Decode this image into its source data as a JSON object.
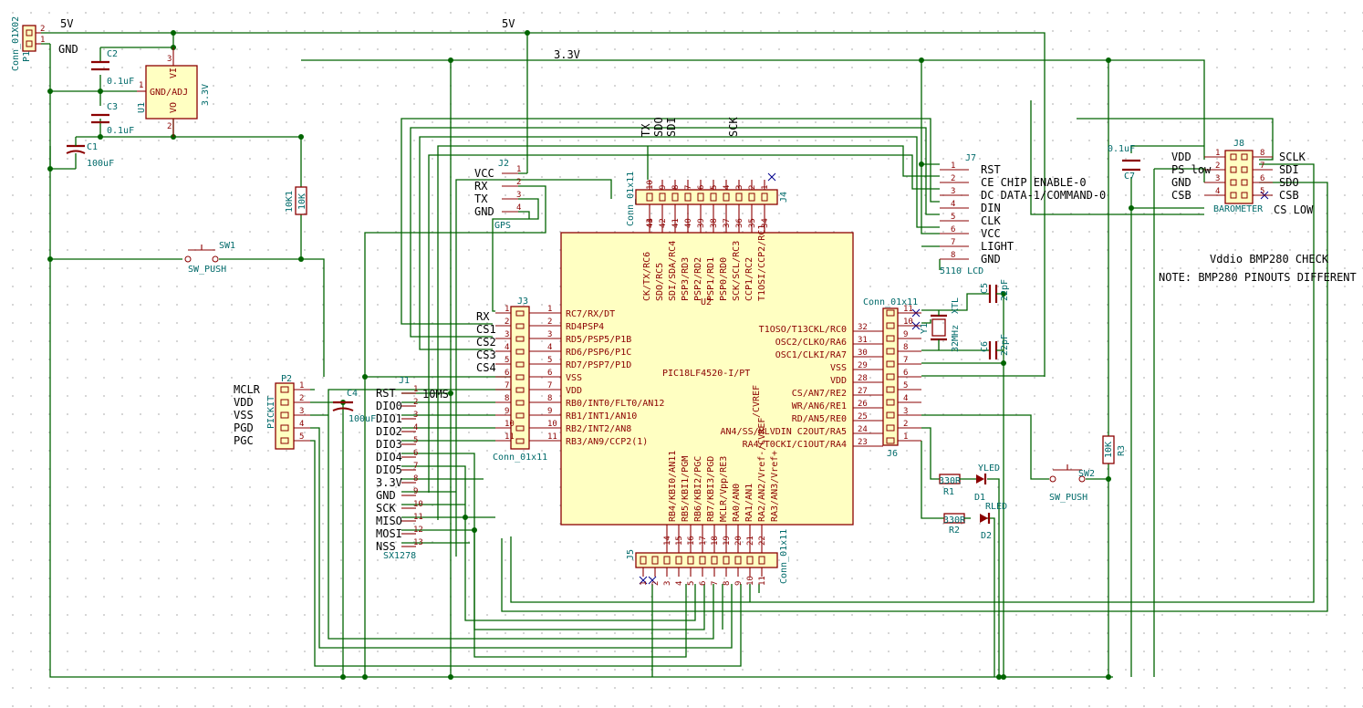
{
  "power": {
    "v5": "5V",
    "v33": "3.3V",
    "gnd": "GND"
  },
  "p1": {
    "ref": "P1",
    "value": "Conn_01X02",
    "pins": [
      "2",
      "1"
    ]
  },
  "caps": {
    "c1": {
      "ref": "C1",
      "value": "100uF"
    },
    "c2": {
      "ref": "C2",
      "value": "0.1uF"
    },
    "c3": {
      "ref": "C3",
      "value": "0.1uF"
    },
    "c4": {
      "ref": "C4",
      "value": "100uF"
    },
    "c5": {
      "ref": "C5",
      "value": "22pF"
    },
    "c6": {
      "ref": "C6",
      "value": "22pF"
    },
    "c7": {
      "ref": "C7",
      "value": "0.1uF"
    }
  },
  "u1": {
    "ref": "U1",
    "value": "3.3V",
    "pins": {
      "vi": "VI",
      "gnd": "GND/ADJ",
      "vo": "VO"
    },
    "numbers": [
      "3",
      "1",
      "2"
    ]
  },
  "r1k": {
    "ref": "10K1",
    "value": "10K"
  },
  "sw1": {
    "ref": "SW1",
    "value": "SW_PUSH"
  },
  "sw2": {
    "ref": "SW2",
    "value": "SW_PUSH"
  },
  "p2": {
    "ref": "P2",
    "value": "PICKIT",
    "labels": [
      "MCLR",
      "VDD",
      "VSS",
      "PGD",
      "PGC"
    ],
    "pins": [
      "1",
      "2",
      "3",
      "4",
      "5"
    ]
  },
  "j1": {
    "ref": "J1",
    "value": "SX1278",
    "labels": [
      "RST",
      "DIO0",
      "DIO1",
      "DIO2",
      "DIO3",
      "DIO4",
      "DIO5",
      "3.3V",
      "GND",
      "SCK",
      "MISO",
      "MOSI",
      "NSS"
    ],
    "pins": [
      "1",
      "2",
      "3",
      "4",
      "5",
      "6",
      "7",
      "8",
      "9",
      "10",
      "11",
      "12",
      "13"
    ],
    "rst_value": "10MS"
  },
  "j2": {
    "ref": "J2",
    "value": "GPS",
    "labels": [
      "VCC",
      "RX",
      "TX",
      "GND"
    ],
    "pins": [
      "1",
      "2",
      "3",
      "4"
    ]
  },
  "j3": {
    "ref": "J3",
    "value": "Conn_01x11",
    "labels": [
      "RX",
      "CS1",
      "CS2",
      "CS3",
      "CS4"
    ],
    "pins": [
      "1",
      "2",
      "3",
      "4",
      "5",
      "6",
      "7",
      "8",
      "9",
      "10",
      "11"
    ]
  },
  "j4": {
    "ref": "J4",
    "value": "Conn_01x11",
    "pins": [
      "10",
      "9",
      "8",
      "7",
      "6",
      "5",
      "4",
      "3",
      "2",
      "1"
    ],
    "u2pins": [
      "43",
      "42",
      "41",
      "40",
      "39",
      "38",
      "37",
      "36",
      "35",
      "34"
    ],
    "u2pin_first": "44",
    "labels": [
      "TX",
      "SDO",
      "SDI",
      "SCK"
    ]
  },
  "j5": {
    "ref": "J5",
    "value": "Conn_01x11",
    "pins": [
      "1",
      "2",
      "3",
      "4",
      "5",
      "6",
      "7",
      "8",
      "9",
      "10",
      "11"
    ],
    "u2pins": [
      "14",
      "15",
      "16",
      "17",
      "18",
      "19",
      "20",
      "21",
      "22"
    ]
  },
  "j6": {
    "ref": "J6",
    "value": "Conn_01x11",
    "pins": [
      "11",
      "10",
      "9",
      "8",
      "7",
      "6",
      "5",
      "4",
      "3",
      "2",
      "1"
    ],
    "u2pins": [
      "32",
      "31",
      "30",
      "29",
      "28",
      "27",
      "26",
      "25",
      "24",
      "23"
    ]
  },
  "j7": {
    "ref": "J7",
    "value": "5110 LCD",
    "labels": [
      "RST",
      "CE CHIP ENABLE-0",
      "DC DATA-1/COMMAND-0",
      "DIN",
      "CLK",
      "VCC",
      "LIGHT",
      "GND"
    ],
    "pins": [
      "1",
      "2",
      "3",
      "4",
      "5",
      "6",
      "7",
      "8"
    ]
  },
  "j8": {
    "ref": "J8",
    "value": "BAROMETER",
    "left_labels": [
      "VDD",
      "PS low",
      "GND",
      "CSB"
    ],
    "right_labels": [
      "SCLK",
      "SDI",
      "SDO",
      "CSB"
    ],
    "pins_left": [
      "1",
      "2",
      "3",
      "4"
    ],
    "pins_right": [
      "8",
      "7",
      "6",
      "5"
    ],
    "note_cs": "CS LOW"
  },
  "u2": {
    "ref": "U2",
    "value": "PIC18LF4520-I/PT",
    "left_pins": [
      "RC7/RX/DT",
      "RD4PSP4",
      "RD5/PSP5/P1B",
      "RD6/PSP6/P1C",
      "RD7/PSP7/P1D",
      "VSS",
      "VDD",
      "RB0/INT0/FLT0/AN12",
      "RB1/INT1/AN10",
      "RB2/INT2/AN8",
      "RB3/AN9/CCP2(1)"
    ],
    "right_pins": [
      "T1OSO/T13CKL/RC0",
      "OSC2/CLKO/RA6",
      "OSC1/CLKI/RA7",
      "VSS",
      "VDD",
      "CS/AN7/RE2",
      "WR/AN6/RE1",
      "RD/AN5/RE0",
      "AN4/SS/HLVDIN C2OUT/RA5",
      "RA4/T0CKI/C1OUT/RA4"
    ],
    "right_nums": [
      "32",
      "31",
      "30",
      "29",
      "28",
      "27",
      "26",
      "25",
      "24",
      "23"
    ],
    "top_pins": [
      "CK/TX/RC6",
      "SDO/RC5",
      "SDI/SDA/RC4",
      "PSP3/RD3",
      "PSP2/RD2",
      "PSP1/RD1",
      "PSP0/RD0",
      "SCK/SCL/RC3",
      "CCP1/RC2",
      "T1OSI/CCP2/RC1"
    ],
    "bottom_pins": [
      "RB4/KBI0/AN11",
      "RB5/KBI1/PGM",
      "RB6/KBI2/PGC",
      "RB7/KBI3/PGD",
      "MCLR/Vpp/RE3",
      "RA0/AN0",
      "RA1/AN1",
      "RA2/AN2/Vref-/CVREF",
      "RA3/AN3/Vref+"
    ],
    "cvref": "/CVREF"
  },
  "xtal": {
    "ref": "Y1",
    "value": "32MHz",
    "label": "XTL"
  },
  "r1": {
    "ref": "R1",
    "value": "330R"
  },
  "r2": {
    "ref": "R2",
    "value": "330R"
  },
  "r3": {
    "ref": "R3",
    "value": "10K"
  },
  "d1": {
    "ref": "D1",
    "value": "YLED"
  },
  "d2": {
    "ref": "D2",
    "value": "RLED"
  },
  "notes": {
    "vddio": "Vddio BMP280 CHECK",
    "bmp": "NOTE: BMP280 PINOUTS DIFFERENT"
  }
}
